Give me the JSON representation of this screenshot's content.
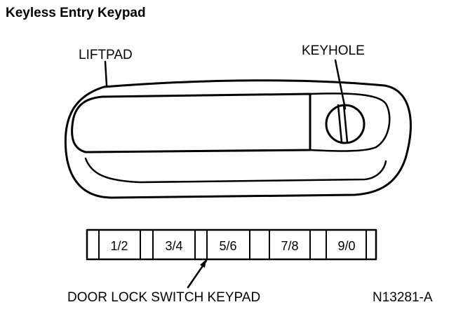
{
  "title": "Keyless Entry Keypad",
  "labels": {
    "liftpad": "LIFTPAD",
    "keyhole": "KEYHOLE",
    "keypad": "DOOR LOCK SWITCH KEYPAD"
  },
  "keys": [
    "1/2",
    "3/4",
    "5/6",
    "7/8",
    "9/0"
  ],
  "figure_ref": "N13281-A"
}
